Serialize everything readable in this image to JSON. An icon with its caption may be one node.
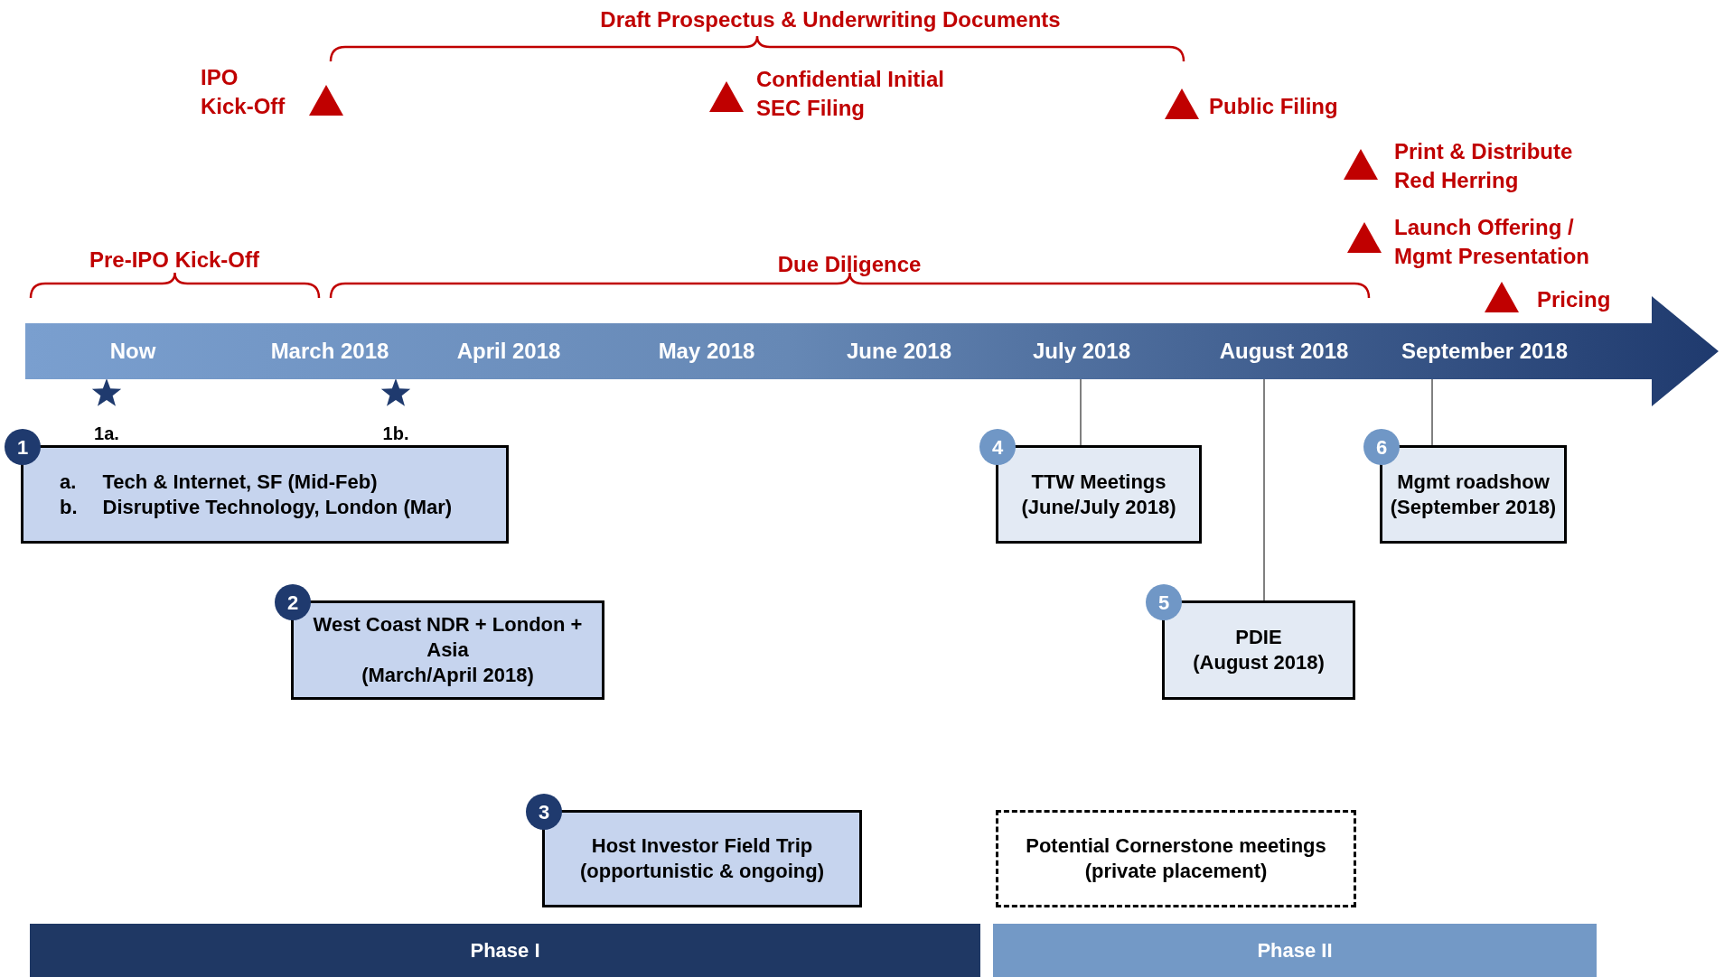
{
  "diagram": {
    "nodes": [
      {
        "text": [
          "Now",
          "March 2018",
          "April 2018",
          "May 2018",
          "June 2018",
          "July 2018",
          "August 2018",
          "September 2018"
        ]
      },
      {
        "text": [
          "1",
          "a.",
          "Tech & Internet, SF (Mid-Feb)",
          "b.",
          "Disruptive Technology, London (Mar)"
        ]
      },
      {
        "text": [
          "2",
          "West Coast NDR + London + Asia",
          "(March/April 2018)"
        ]
      },
      {
        "text": [
          "3",
          "Host Investor Field Trip",
          "(opportunistic & ongoing)"
        ]
      },
      {
        "text": [
          "4",
          "TTW Meetings",
          "(June/July 2018)"
        ]
      },
      {
        "text": [
          "5",
          "PDIE",
          "(August 2018)"
        ]
      },
      {
        "text": [
          "6",
          "Mgmt roadshow",
          "(September 2018)"
        ]
      },
      {
        "text": [
          "Potential Cornerstone meetings (private placement)"
        ]
      },
      {
        "text": [
          "Phase I"
        ]
      },
      {
        "text": [
          "Phase II"
        ]
      }
    ],
    "edges": [
      {
        "from": 0,
        "to": 4,
        "arrow": "none"
      },
      {
        "from": 0,
        "to": 5,
        "arrow": "none"
      },
      {
        "from": 0,
        "to": 6,
        "arrow": "none"
      }
    ],
    "labels": [
      "Draft Prospectus & Underwriting Documents",
      "IPO Kick-Off",
      "Confidential Initial SEC Filing",
      "Public Filing",
      "Print & Distribute Red Herring",
      "Launch Offering / Mgmt Presentation",
      "Pre-IPO Kick-Off",
      "Due Diligence",
      "Pricing",
      "1a.",
      "1b."
    ]
  }
}
